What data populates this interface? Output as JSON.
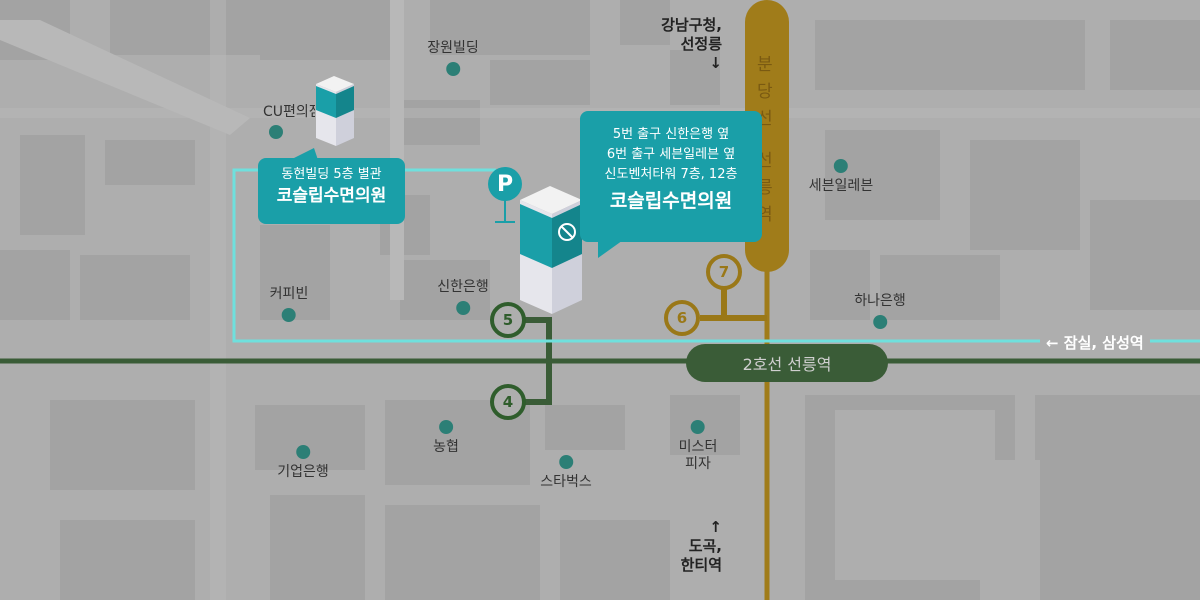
{
  "colors": {
    "map_background": "#aeaeae",
    "block": "#a3a3a3",
    "route": "#6fe0dd",
    "line2": "#3a5c37",
    "bundang_line": "#a07c1a",
    "callout": "#1a9fa8",
    "poi_dot": "#2c7f76"
  },
  "pois": [
    {
      "name": "장원빌딩"
    },
    {
      "name": "CU편의점"
    },
    {
      "name": "커피빈"
    },
    {
      "name": "신한은행"
    },
    {
      "name": "세븐일레븐"
    },
    {
      "name": "하나은행"
    },
    {
      "name": "기업은행"
    },
    {
      "name": "농협"
    },
    {
      "name": "스타벅스"
    },
    {
      "name": "미스터\n피자"
    }
  ],
  "directions": {
    "north": "강남구청,\n선정릉\n↓",
    "south": "↑\n도곡,\n한티역",
    "east": "← 잠실, 삼성역"
  },
  "bundang_line_label": [
    "분",
    "당",
    "선",
    "선",
    "릉",
    "역"
  ],
  "station": {
    "label": "2호선 선릉역"
  },
  "exits": {
    "exit4": "4",
    "exit5": "5",
    "exit6": "6",
    "exit7": "7"
  },
  "parking_label": "P",
  "callout_annex": {
    "sub": "동현빌딩 5층 별관",
    "main": "코슬립수면의원"
  },
  "callout_main": {
    "line1": "5번 출구 신한은행 옆",
    "line2": "6번 출구 세븐일레븐 옆",
    "line3": "신도벤처타워 7층, 12층",
    "main": "코슬립수면의원"
  }
}
